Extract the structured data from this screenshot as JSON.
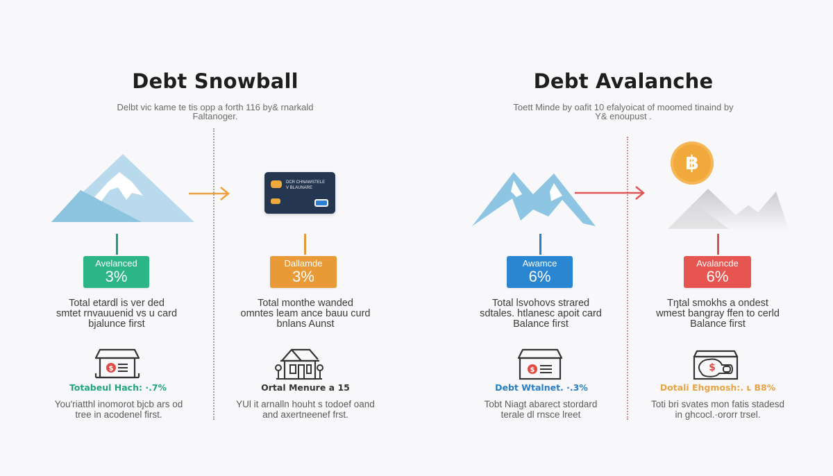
{
  "snowball": {
    "title": "Debt Snowball",
    "subtitle_line1": "Delbt vic kame te tis opp a forth 116 by& rnarkald",
    "subtitle_line2": "Faltanoger.",
    "arrow_color": "#eea23f",
    "divider_color": "#9aa0a8",
    "columns": [
      {
        "illustration": "snowy-mountain",
        "connector_color": "#1f9a8a",
        "badge": {
          "label": "Avelanced",
          "value": "3%",
          "color": "#2cb586"
        },
        "desc": [
          "Total etardl is ver ded",
          "smtet rnvauuenid vs u card",
          "bjalunce first"
        ],
        "icon": "storefront-dollar-icon",
        "tagline": "Totabeul Hach: ·.7%",
        "tagline_color": "#22a57f",
        "small": [
          "You'riatthl inomorot bjcb ars od",
          "tree in acodenel first."
        ]
      },
      {
        "illustration": "credit-card",
        "card_text_line1": "DCR CHNAWSTELE",
        "card_text_line2": "V BLAUNARE",
        "connector_color": "#e49a3a",
        "badge": {
          "label": "Dallamde",
          "value": "3%",
          "color": "#e89a36"
        },
        "desc": [
          "Total monthe wanded",
          "omntes leam ance bauu curd",
          "bnlans Aunst"
        ],
        "icon": "house-icon",
        "tagline": "Ortal Menure a 15",
        "tagline_color": "#333333",
        "small": [
          "YUl it arnalln houht s todoef oand",
          "and axertneenef frst."
        ]
      }
    ]
  },
  "avalanche": {
    "title": "Debt Avalanche",
    "subtitle_line1": "Toett Minde by oafit 10 efalyoicat of moomed tinaind by",
    "subtitle_line2": "Y& enoupust .",
    "arrow_color": "#e05555",
    "divider_color": "#d98a8a",
    "columns": [
      {
        "illustration": "twin-peaks-mountain",
        "connector_color": "#2a7fc4",
        "badge": {
          "label": "Awamce",
          "value": "6%",
          "color": "#2a86d1"
        },
        "desc": [
          "Total lsvohovs strared",
          "sdtales. htlanesc apoit card",
          "Balance first"
        ],
        "icon": "storefront-dollar-icon",
        "tagline": "Debt Wtalnet. ·.3%",
        "tagline_color": "#2a7fc4",
        "small": [
          "Tobt Niagt abarect stordard",
          "terale dl rnsce lreet"
        ]
      },
      {
        "illustration": "coin-over-grey-mountains",
        "coin_symbol": "฿",
        "connector_color": "#d9534f",
        "badge": {
          "label": "Avalancde",
          "value": "6%",
          "color": "#e65550"
        },
        "desc": [
          "Tŋtal smokhs a ondest",
          "wmest bangray ffen to cerld",
          "Balance first"
        ],
        "icon": "wallet-cash-icon",
        "tagline": "Dotali Ehgmosh:. ʟ B8%",
        "tagline_color": "#e8a445",
        "small": [
          "Toti bri svates mon fatis stadesd",
          "in ghcocl.·ororr trsel."
        ]
      }
    ]
  }
}
